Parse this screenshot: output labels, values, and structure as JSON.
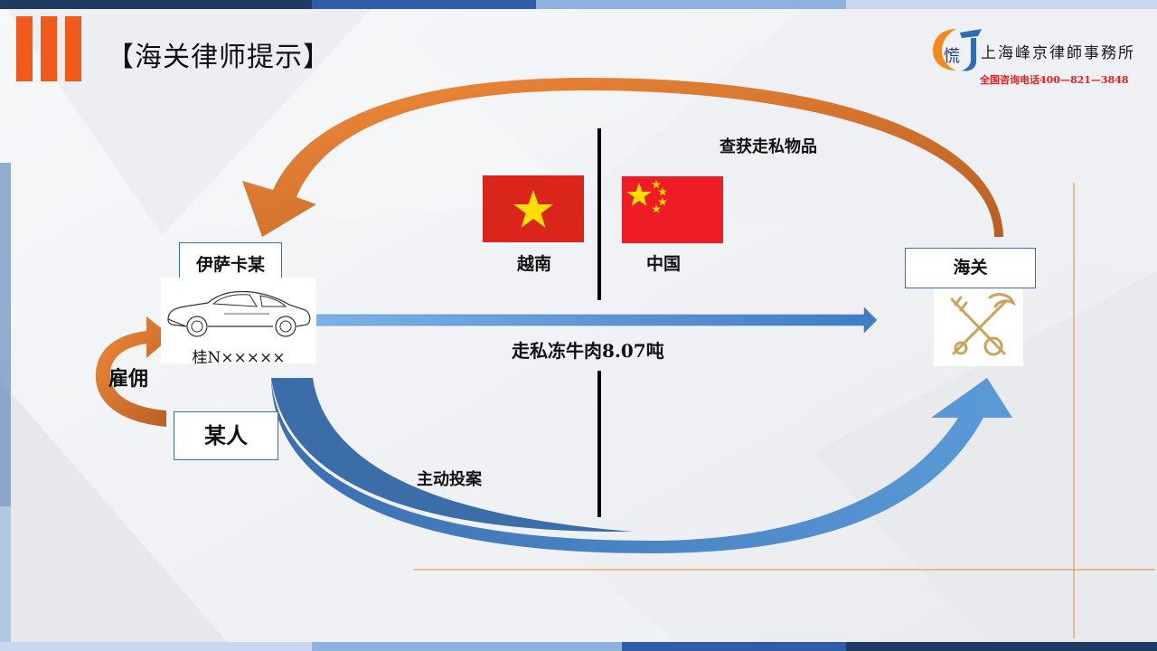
{
  "header": {
    "title": "【海关律师提示】"
  },
  "logo": {
    "icon": "lawfirm-logo-icon",
    "mark_text": "慌",
    "firm_name": "上海峰京律師事務所",
    "hotline": "全国咨询电话400—821—3848"
  },
  "diagram": {
    "person_box": "伊萨卡某",
    "plate": "桂N×××××",
    "hire_label": "雇佣",
    "someone_box": "某人",
    "customs_box": "海关",
    "smuggle_label": "走私冻牛肉8.07吨",
    "seized_label": "查获走私物品",
    "surrender_label": "主动投案",
    "vietnam_label": "越南",
    "china_label": "中国",
    "icons": [
      "car-icon",
      "customs-emblem-icon",
      "vietnam-flag-icon",
      "china-flag-icon"
    ]
  },
  "colors": {
    "accent_orange": "#f05a1a",
    "arrow_orange": "#e87c2e",
    "arrow_blue": "#4a86c8",
    "hotline_red": "#e52020",
    "vietnam_red": "#da251d",
    "china_red": "#ee1c25",
    "star_yellow": "#ffde00"
  }
}
